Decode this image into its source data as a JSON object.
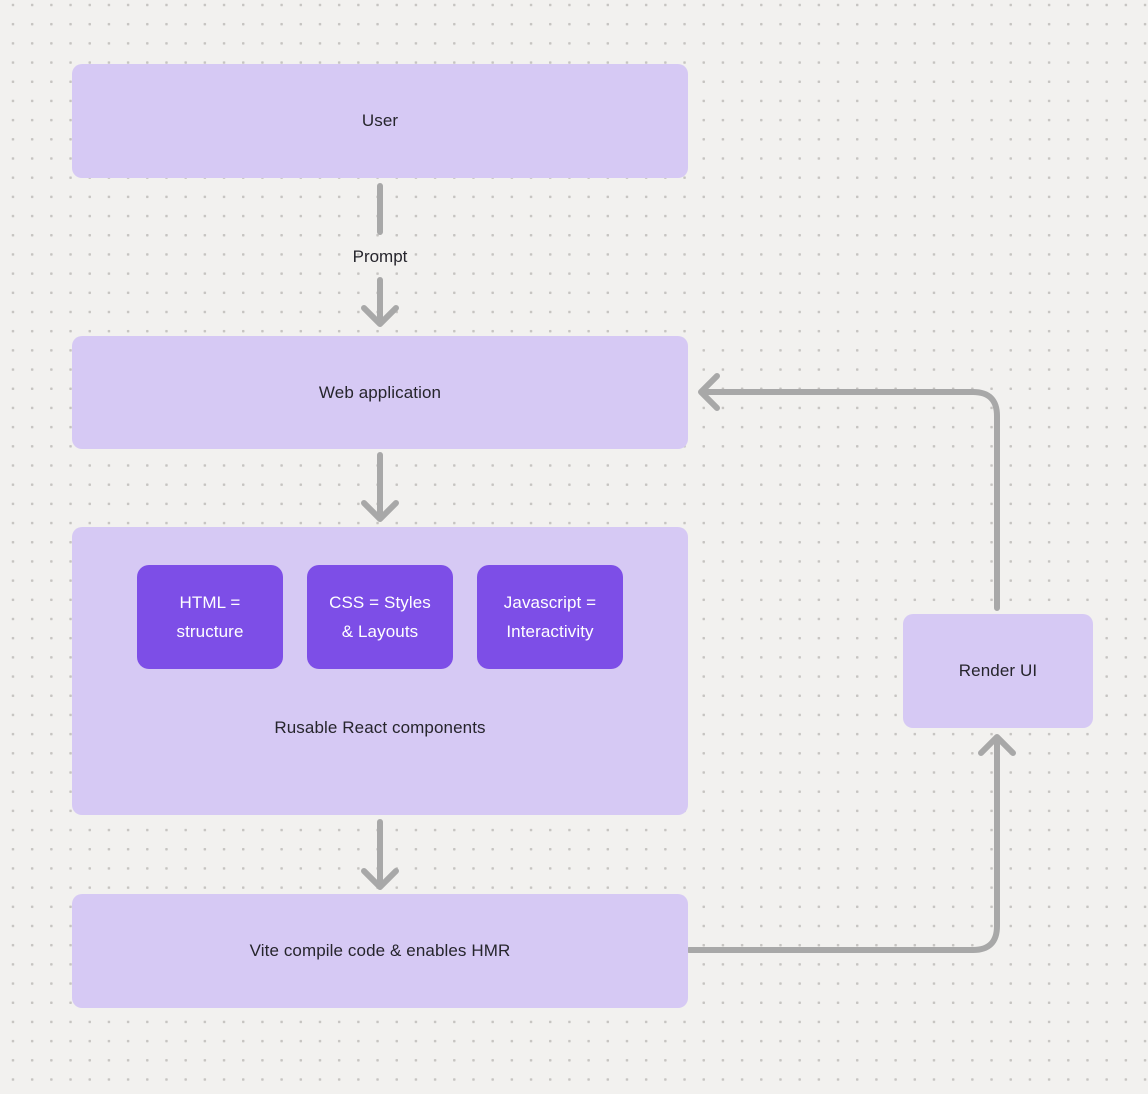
{
  "diagram": {
    "nodes": {
      "user": {
        "label": "User"
      },
      "web_application": {
        "label": "Web application"
      },
      "components_group": {
        "caption": "Rusable React components",
        "children": [
          {
            "label": "HTML = structure"
          },
          {
            "label": "CSS = Styles & Layouts"
          },
          {
            "label": "Javascript = Interactivity"
          }
        ]
      },
      "vite": {
        "label": "Vite compile code & enables HMR"
      },
      "render_ui": {
        "label": "Render UI"
      }
    },
    "edges": {
      "prompt": {
        "label": "Prompt"
      }
    },
    "colors": {
      "background": "#f2f1ef",
      "dot_grid": "#c6c4c1",
      "node_fill": "#d6c9f4",
      "chip_fill": "#7d4ee7",
      "chip_text": "#ffffff",
      "connector": "#a8a8a8",
      "text": "#26252c"
    }
  }
}
